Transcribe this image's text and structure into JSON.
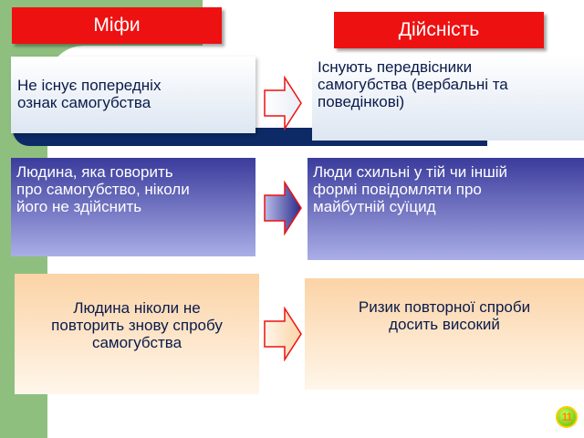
{
  "headers": {
    "myths": "Міфи",
    "reality": "Дійсність"
  },
  "rows": [
    {
      "myth": [
        "Не існує попередніх",
        "ознак самогубства"
      ],
      "reality": [
        "Існують  передвісники",
        "самогубства (вербальні та",
        "поведінкові)"
      ]
    },
    {
      "myth": [
        "Людина, яка говорить",
        "про самогубство, ніколи",
        "його не здійснить"
      ],
      "reality": [
        "Люди схильні у тій чи іншій",
        "формі повідомляти про",
        "майбутній суїцид"
      ]
    },
    {
      "myth": [
        "Людина ніколи не",
        "повторить знову спробу",
        "самогубства"
      ],
      "reality": [
        "Ризик повторної спроби",
        "досить високий"
      ]
    }
  ],
  "page_badge": "11",
  "colors": {
    "header_red": "#ee1111",
    "navy": "#0d2a66",
    "green": "#8fbf7f",
    "blue_box": "#3a3b9c",
    "orange_box": "#fbd3a6"
  }
}
